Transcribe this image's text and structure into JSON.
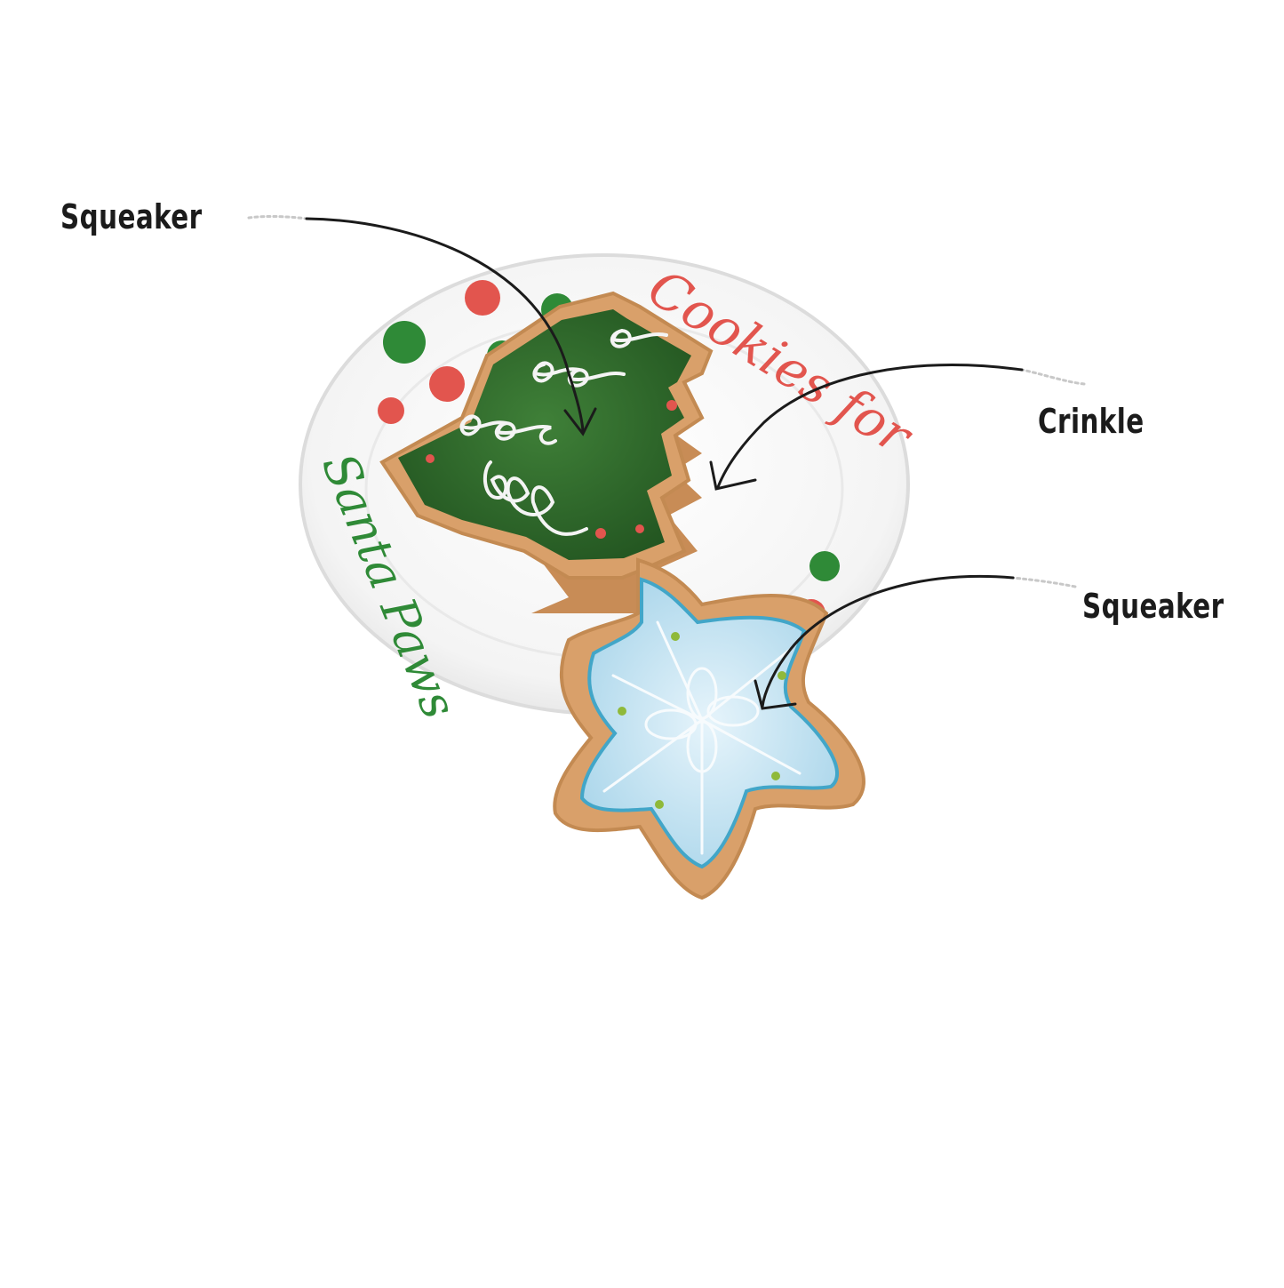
{
  "callouts": [
    {
      "label": "Squeaker"
    },
    {
      "label": "Crinkle"
    },
    {
      "label": "Squeaker"
    }
  ],
  "plate": {
    "text_top": "Cookies for",
    "text_bottom": "Santa Paws"
  },
  "colors": {
    "background": "#ffffff",
    "label_text": "#1b1b1b",
    "tree_green": "#2f6a2c",
    "cookie_tan": "#d9a06a",
    "snowflake_blue": "#bfe0ef",
    "plate_red": "#e2554e",
    "plate_green": "#2f8a37"
  }
}
